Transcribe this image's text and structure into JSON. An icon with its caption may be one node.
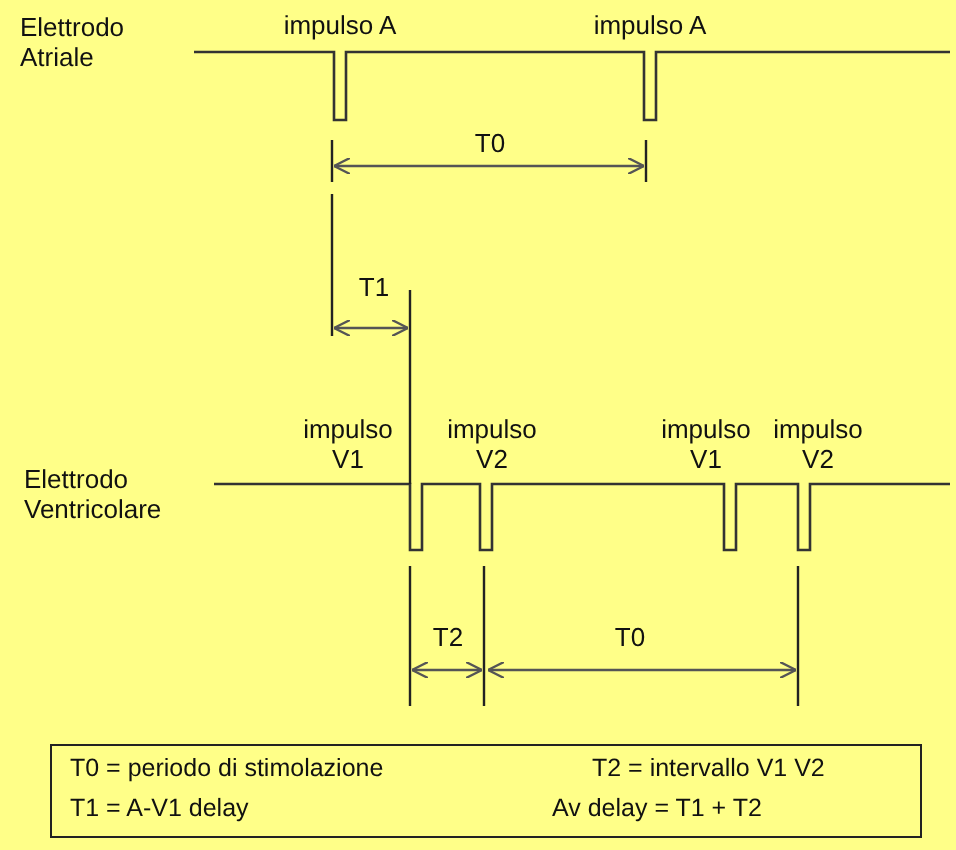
{
  "diagram": {
    "labels": [
      "Elettrodo Atriale",
      "impulso A",
      "impulso A",
      "T0",
      "T1",
      "impulso V1",
      "impulso V2",
      "Elettrodo Ventricolare",
      "impulso V1",
      "impulso V2",
      "T2",
      "T0",
      "T0 = periodo di stimolazione",
      "T2 = intervallo V1 V2",
      "T1 = A-V1 delay",
      "Av delay = T1 + T2"
    ]
  }
}
